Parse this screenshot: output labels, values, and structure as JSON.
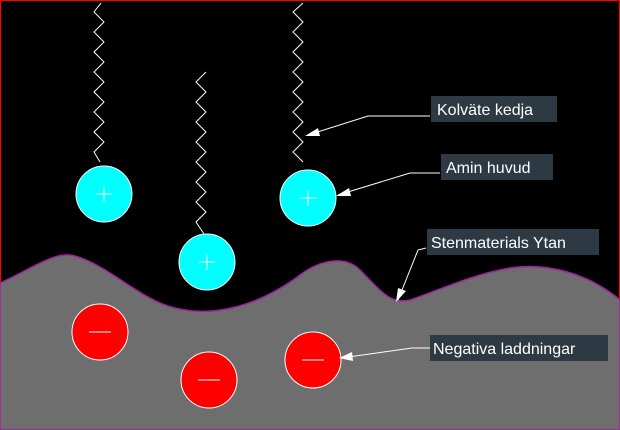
{
  "labels": {
    "hydrocarbon_chain": "Kolväte kedja",
    "amine_head": "Amin huvud",
    "stone_surface": "Stenmaterials Ytan",
    "negative_charges": "Negativa laddningar"
  },
  "colors": {
    "background": "#000000",
    "border": "#ff0000",
    "amine_head": "#00ffff",
    "negative_charge": "#ff0000",
    "surface_fill": "#6e6e6e",
    "surface_outline": "#a020a0",
    "chain": "#ffffff",
    "label_box": "#2d3a44"
  },
  "symbols": {
    "amine_head": "plus-symbol",
    "negative_charge": "minus-symbol"
  }
}
